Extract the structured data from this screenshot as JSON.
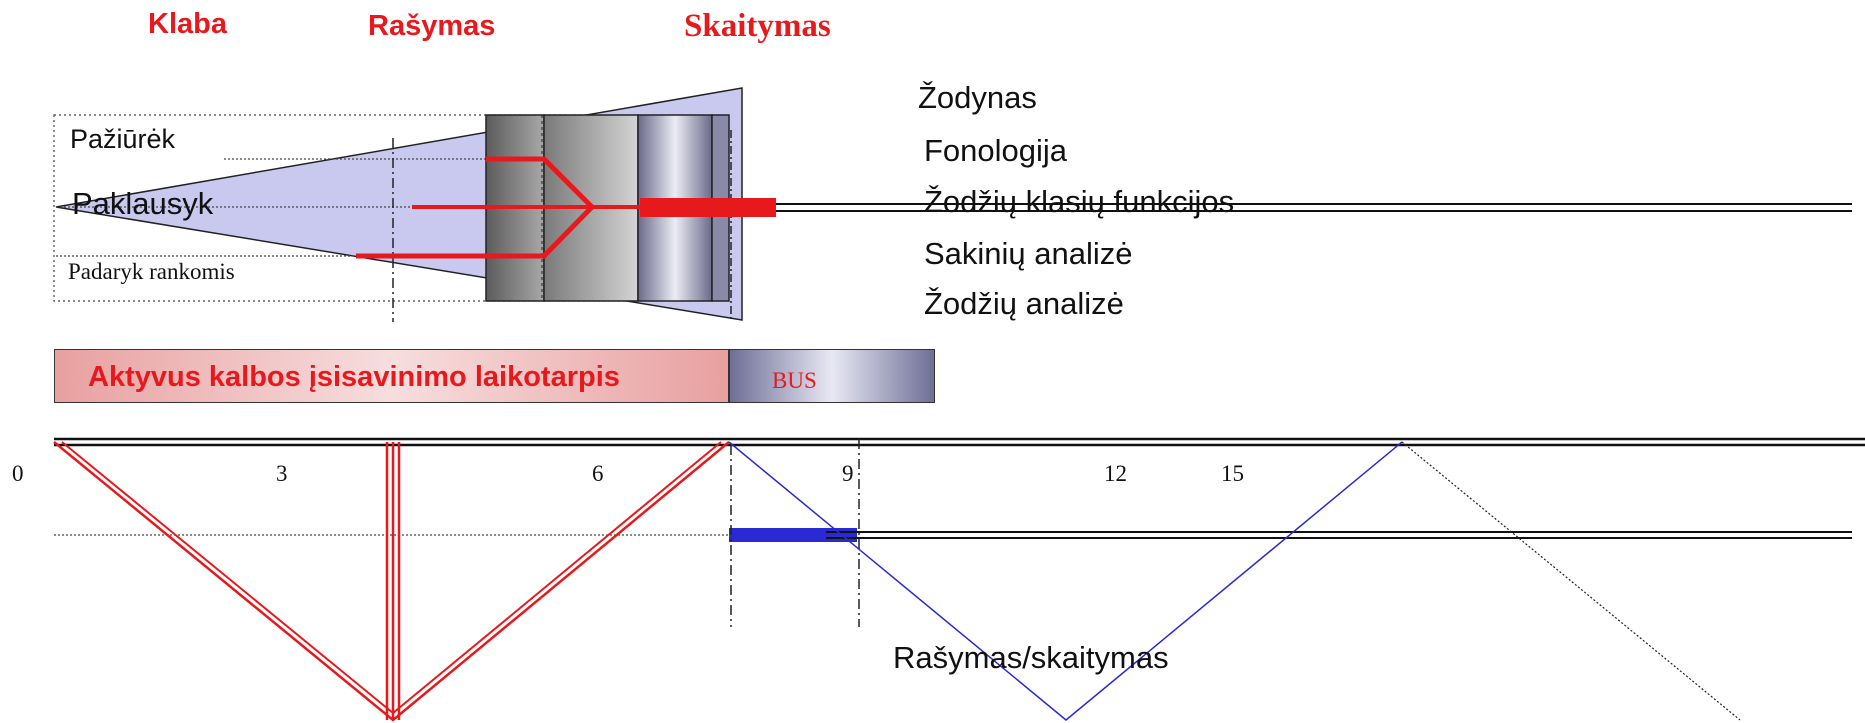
{
  "headers": {
    "klaba": "Klaba",
    "rasymas": "Rašymas",
    "skaitymas": "Skaitymas"
  },
  "senses": {
    "look": "Pažiūrėk",
    "listen": "Paklausyk",
    "hands": "Padaryk rankomis"
  },
  "topics": [
    "Žodynas",
    "Fonologija",
    "Žodžių klasių funkcijos",
    "Sakinių analizė",
    "Žodžių analizė"
  ],
  "active_period": {
    "label": "Aktyvus kalbos įsisavinimo laikotarpis",
    "bus": "BUS"
  },
  "ticks": [
    "0",
    "3",
    "6",
    "9",
    "12",
    "15"
  ],
  "bottom_label": "Rašymas/skaitymas",
  "colors": {
    "red": "#e8191c",
    "cone_fill": "#c9c9f0",
    "blue": "#2a2ad4"
  }
}
